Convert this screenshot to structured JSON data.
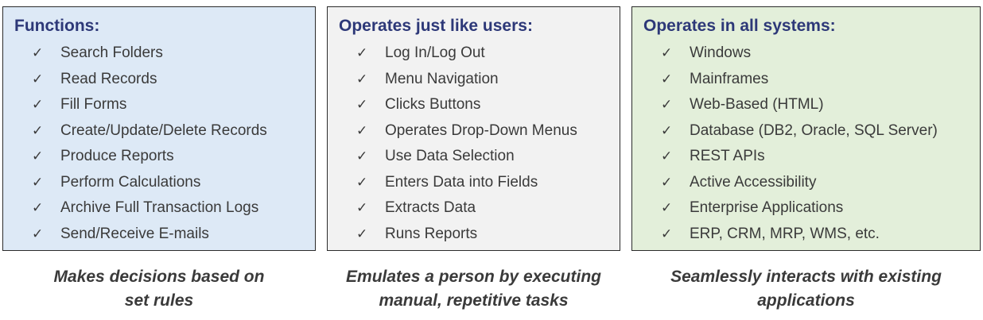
{
  "panels": [
    {
      "title": "Functions:",
      "background": "#dde9f6",
      "items": [
        "Search Folders",
        "Read Records",
        "Fill Forms",
        "Create/Update/Delete Records",
        "Produce Reports",
        "Perform Calculations",
        "Archive Full Transaction Logs",
        "Send/Receive E-mails"
      ]
    },
    {
      "title": "Operates just like users:",
      "background": "#f2f2f2",
      "items": [
        "Log In/Log Out",
        "Menu Navigation",
        "Clicks Buttons",
        "Operates Drop-Down Menus",
        "Use Data Selection",
        "Enters Data into Fields",
        "Extracts Data",
        "Runs Reports"
      ]
    },
    {
      "title": "Operates in all systems:",
      "background": "#e3efda",
      "items": [
        "Windows",
        "Mainframes",
        "Web-Based (HTML)",
        "Database (DB2, Oracle, SQL Server)",
        "REST APIs",
        "Active Accessibility",
        "Enterprise Applications",
        "ERP, CRM, MRP, WMS, etc."
      ]
    }
  ],
  "captions": [
    {
      "line1": "Makes decisions based on",
      "line2": "set rules"
    },
    {
      "line1": "Emulates a person by executing",
      "line2": "manual, repetitive tasks"
    },
    {
      "line1": "Seamlessly interacts with existing",
      "line2": "applications"
    }
  ],
  "check_glyph": "✓",
  "colors": {
    "title": "#2d3878",
    "text": "#3a3a3a",
    "border": "#2b2b2b"
  }
}
